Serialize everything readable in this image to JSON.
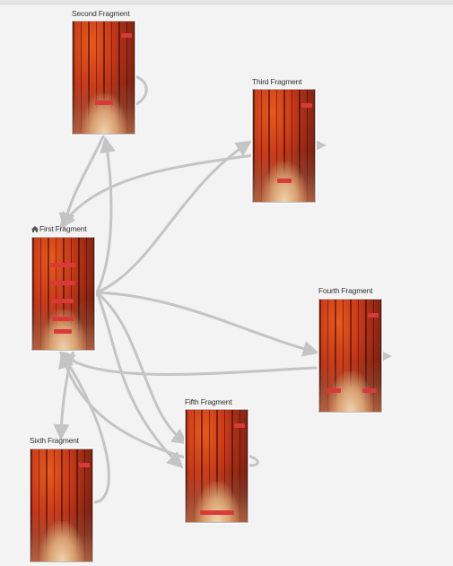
{
  "graph": {
    "start_icon": "home-icon",
    "fragments": {
      "second": {
        "title": "Second Fragment"
      },
      "third": {
        "title": "Third Fragment"
      },
      "first": {
        "title": "First Fragment"
      },
      "fourth": {
        "title": "Fourth Fragment"
      },
      "fifth": {
        "title": "Fifth Fragment"
      },
      "sixth": {
        "title": "Sixth Fragment"
      }
    }
  },
  "colors": {
    "canvas": "#f3f3f3",
    "arrow": "#c4c4c4",
    "button": "#d83a3a"
  }
}
